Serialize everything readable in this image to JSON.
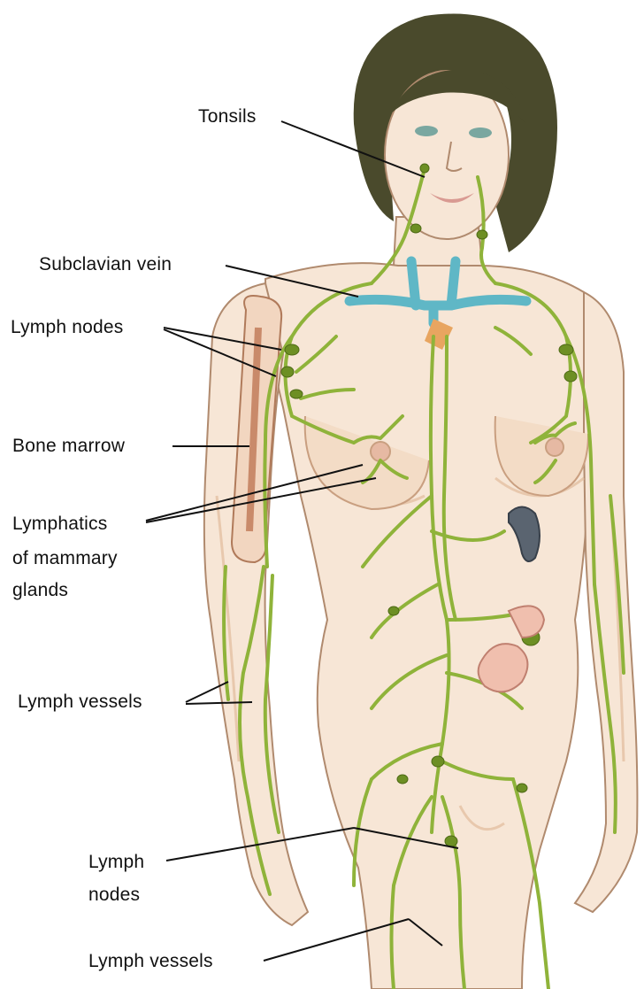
{
  "labels": {
    "tonsils": "Tonsils",
    "subclavian_vein": "Subclavian vein",
    "lymph_nodes_upper": "Lymph nodes",
    "bone_marrow": "Bone marrow",
    "lymphatics_line1": "Lymphatics",
    "lymphatics_line2": "of mammary",
    "lymphatics_line3": "glands",
    "lymph_vessels_arm": "Lymph vessels",
    "lymph_nodes_lower_line1": "Lymph",
    "lymph_nodes_lower_line2": "nodes",
    "lymph_vessels_leg": "Lymph vessels"
  },
  "colors": {
    "skin": "#f7e6d6",
    "skin_shadow": "#e9c9ad",
    "outline": "#b08a6e",
    "hair": "#4a4a2c",
    "lymph": "#8fb33a",
    "lymph_dark": "#5c7a1e",
    "vein": "#5fb7c6",
    "marrow": "#c98a6a",
    "spleen": "#5a6470",
    "leader": "#111111"
  }
}
